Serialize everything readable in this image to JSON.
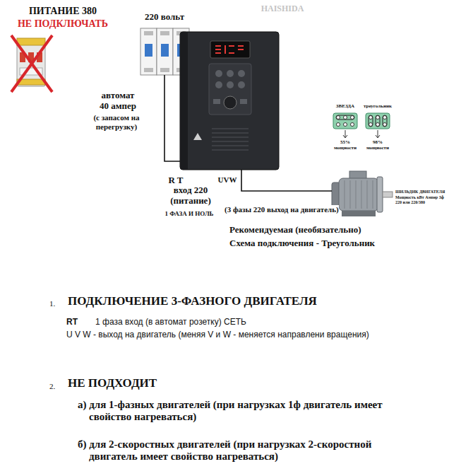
{
  "diagram": {
    "nodes": [
      {
        "text": [
          "ПИТАНИЕ 380",
          "НЕ ПОДКЛЮЧАТЬ"
        ]
      },
      {
        "text": [
          "220 вольт"
        ]
      },
      {
        "text": [
          "R T",
          "UVW"
        ]
      },
      {
        "text": [
          "ЗВЕЗДА",
          "55% мощности"
        ]
      },
      {
        "text": [
          "треугольник",
          "98% мощности"
        ]
      },
      {
        "text": [
          "ШИЛЬДИК ДВИГАТЕЛЯ",
          "Мощность кВт Ампер 3ф 220 или 220/380"
        ]
      }
    ],
    "edges": [
      {
        "from": 1,
        "to": 2,
        "arrow": "none"
      },
      {
        "from": 2,
        "to": 5,
        "label": "(3 фазы 220 выход на двигатель)",
        "arrow": "none"
      }
    ],
    "labels": [
      "HAISHIDA",
      "автомат 40 ампер",
      "(с запасом на перегрузку)",
      "вход 220 (питание)",
      "1 ФАЗА И НОЛЬ",
      "Рекомендуемая (необязательно)",
      "Схема подключения - Треугольник",
      "1.",
      "ПОДКЛЮЧЕНИЕ 3-ФАЗНОГО ДВИГАТЕЛЯ",
      "RT",
      "1 фаза вход (в автомат розетку) СЕТЬ",
      "U V W - выход на двигатель (меняя V и W - меняется направлени вращения)",
      "2.",
      "НЕ ПОДХОДИТ",
      "а) для 1-фазных двигателей (при нагрузках 1ф двигатель имеет свойство нагреваться)",
      "б) для 2-скоростных двигателей (при нагрузках 2-скоростной двигатель имеет свойство нагреваться)"
    ]
  }
}
